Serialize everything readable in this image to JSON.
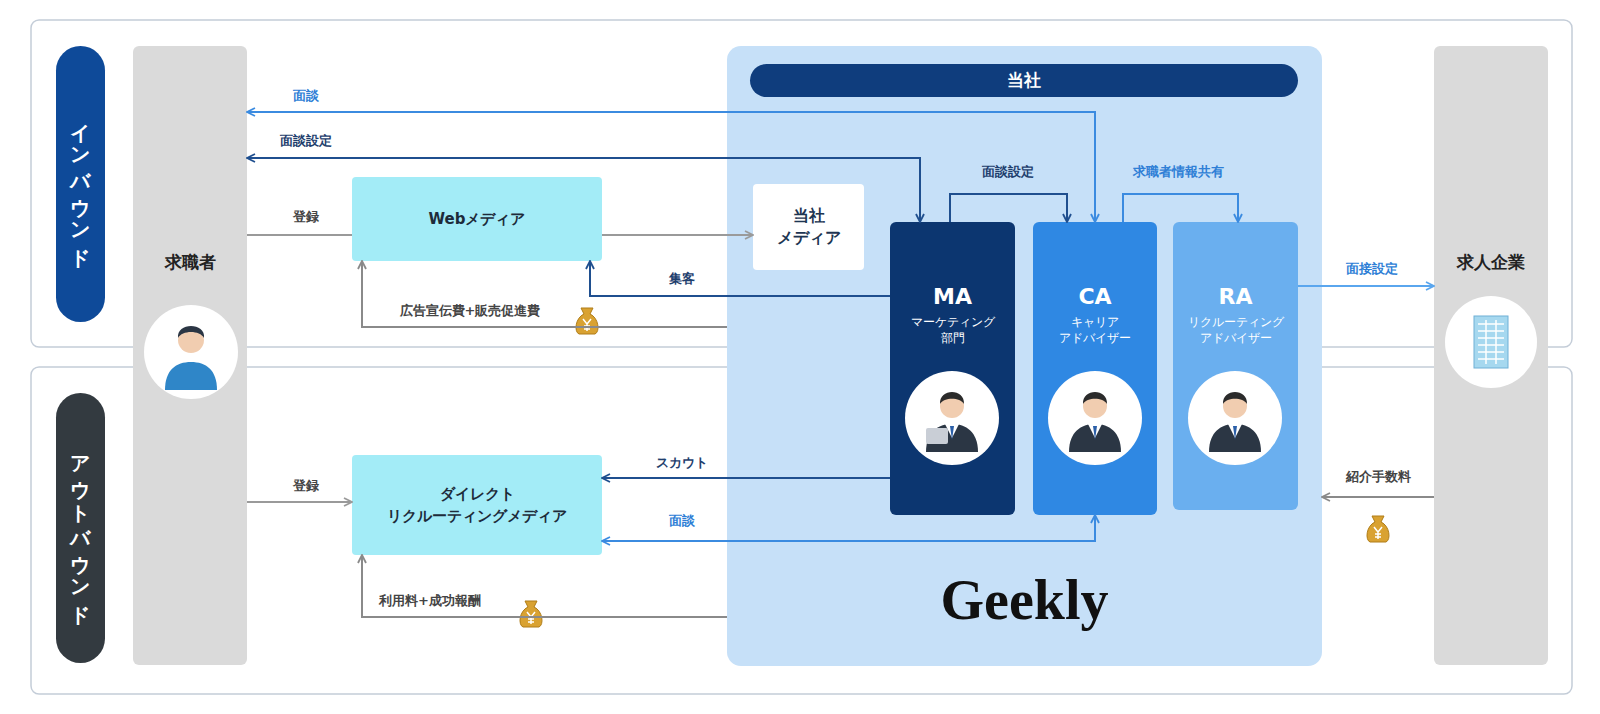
{
  "diagram": {
    "nodes": [
      {
        "text": [
          "インバウンド"
        ]
      },
      {
        "text": [
          "求職者"
        ]
      },
      {
        "text": [
          "Webメディア"
        ]
      },
      {
        "text": [
          "当社",
          "Geekly"
        ]
      },
      {
        "text": [
          "当社 メディア"
        ],
        "in": 3
      },
      {
        "text": [
          "MA",
          "マーケティング 部門"
        ],
        "in": 3
      },
      {
        "text": [
          "CA",
          "キャリア アドバイザー"
        ],
        "in": 3
      },
      {
        "text": [
          "RA",
          "リクルーティング アドバイザー"
        ],
        "in": 3
      },
      {
        "text": [
          "求人企業"
        ]
      },
      {
        "text": [
          "アウトバウンド"
        ]
      },
      {
        "text": [
          "ダイレクト リクルーティングメディア"
        ]
      }
    ],
    "edges": [
      {
        "from": 6,
        "to": 1,
        "label": "面談",
        "arrow": "both"
      },
      {
        "from": 5,
        "to": 1,
        "label": "面談設定",
        "arrow": "both"
      },
      {
        "from": 1,
        "to": 2,
        "label": "登録",
        "arrow": "none"
      },
      {
        "from": 2,
        "to": 4,
        "arrow": "to"
      },
      {
        "from": 5,
        "to": 2,
        "label": "集客",
        "arrow": "to"
      },
      {
        "from": 3,
        "to": 2,
        "label": "広告宣伝費+販売促進費",
        "arrow": "to"
      },
      {
        "from": 5,
        "to": 6,
        "label": "面談設定",
        "arrow": "to"
      },
      {
        "from": 6,
        "to": 7,
        "label": "求職者情報共有",
        "arrow": "to"
      },
      {
        "from": 7,
        "to": 8,
        "label": "面接設定",
        "arrow": "to"
      },
      {
        "from": 8,
        "to": 3,
        "label": "紹介手数料",
        "arrow": "to"
      },
      {
        "from": 1,
        "to": 10,
        "label": "登録",
        "arrow": "to"
      },
      {
        "from": 5,
        "to": 10,
        "label": "スカウト",
        "arrow": "to"
      },
      {
        "from": 6,
        "to": 10,
        "label": "面談",
        "arrow": "both"
      },
      {
        "from": 3,
        "to": 10,
        "label": "利用料+成功報酬",
        "arrow": "to"
      }
    ]
  }
}
